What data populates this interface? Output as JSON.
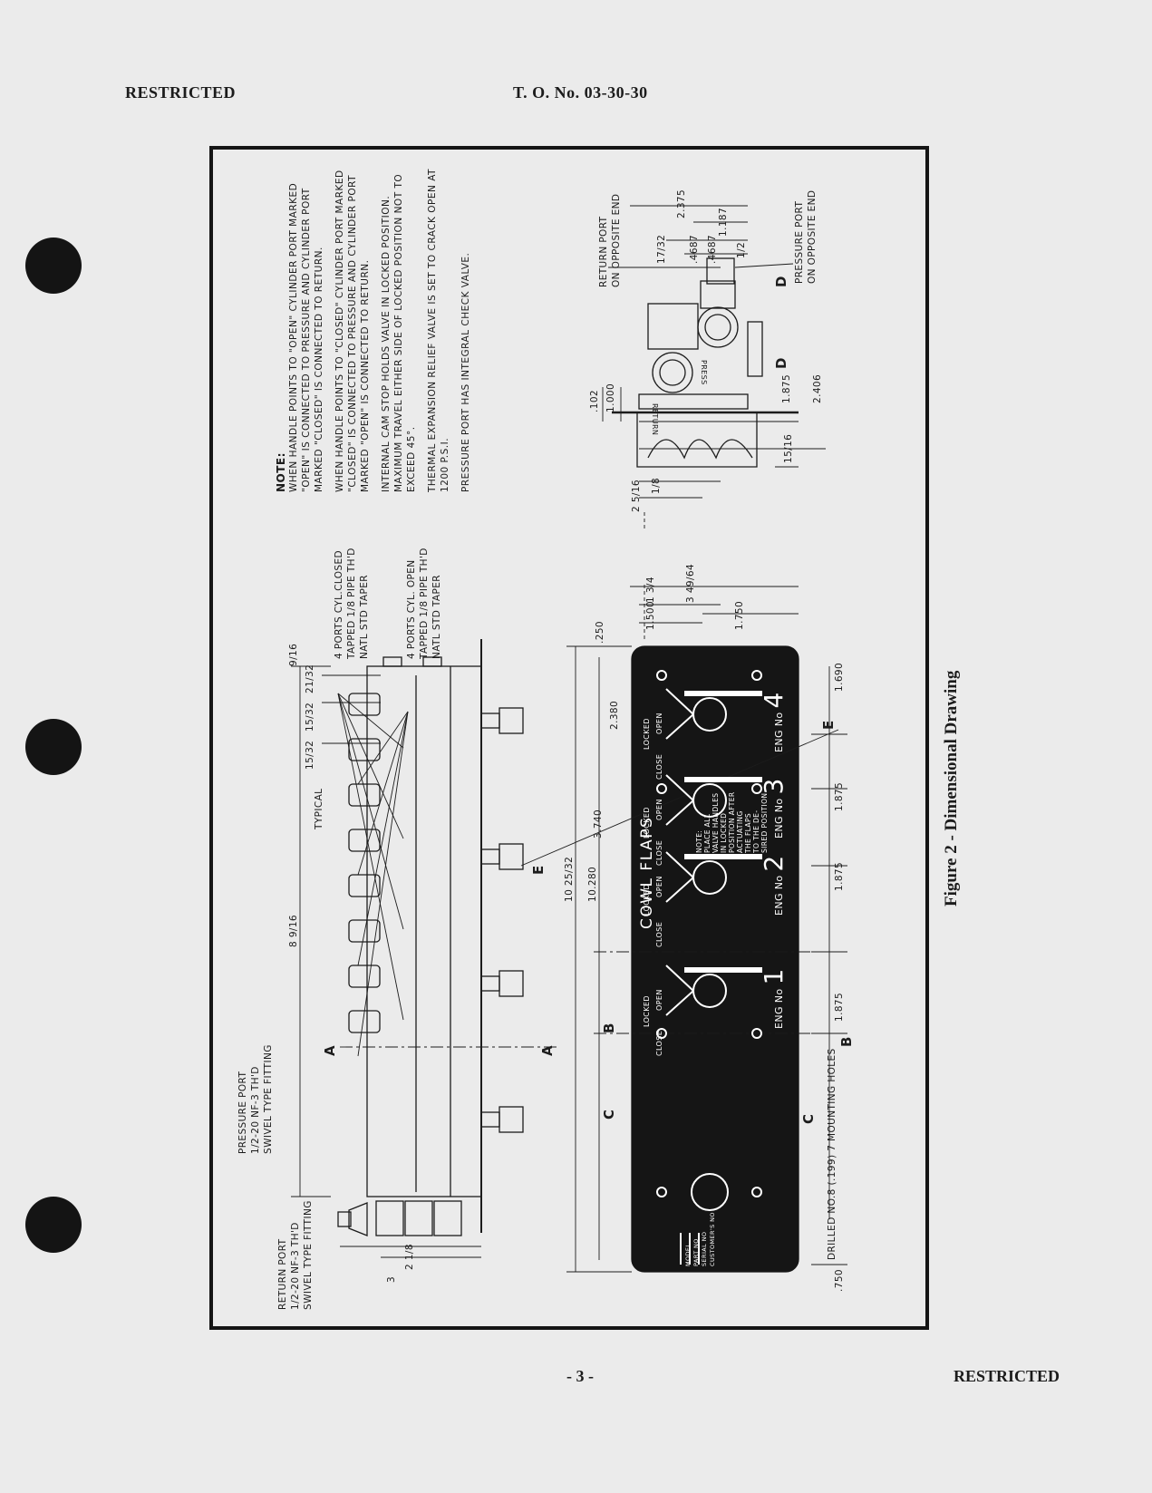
{
  "header": {
    "left": "RESTRICTED",
    "center": "T. O. No. 03-30-30"
  },
  "footer": {
    "page": "- 3 -",
    "right": "RESTRICTED"
  },
  "figure": {
    "caption": "Figure 2 - Dimensional Drawing"
  },
  "notes": {
    "title": "NOTE:",
    "items": [
      "WHEN HANDLE POINTS TO \"OPEN\" CYLINDER PORT MARKED \"OPEN\" IS CONNECTED TO PRESSURE AND CYLINDER PORT MARKED \"CLOSED\" IS CONNECTED TO RETURN.",
      "WHEN HANDLE POINTS TO \"CLOSED\" CYLINDER PORT MARKED \"CLOSED\" IS CONNECTED TO PRESSURE AND CYLINDER PORT MARKED \"OPEN\" IS CONNECTED TO RETURN.",
      "INTERNAL CAM STOP HOLDS VALVE IN LOCKED POSITION. MAXIMUM TRAVEL EITHER SIDE OF LOCKED POSITION NOT TO EXCEED 45°.",
      "THERMAL EXPANSION RELIEF VALVE IS SET TO CRACK OPEN AT 1200 P.S.I.",
      "PRESSURE PORT HAS INTEGRAL CHECK VALVE."
    ]
  },
  "callouts": {
    "ports_closed": [
      "4 PORTS CYL.CLOSED",
      "TAPPED 1/8 PIPE TH'D",
      "NATL STD TAPER"
    ],
    "ports_open": [
      "4 PORTS CYL. OPEN",
      "TAPPED 1/8 PIPE TH'D",
      "NATL STD TAPER"
    ],
    "pressure_port": [
      "PRESSURE PORT",
      "1/2-20 NF-3 TH'D",
      "SWIVEL TYPE FITTING"
    ],
    "return_port": [
      "RETURN PORT",
      "1/2-20 NF-3 TH'D",
      "SWIVEL TYPE FITTING"
    ],
    "typical": "TYPICAL",
    "return_opposite": [
      "RETURN PORT",
      "ON OPPOSITE END"
    ],
    "pressure_opposite": [
      "PRESSURE PORT",
      "ON OPPOSITE END"
    ],
    "mounting_holes": "DRILLED NO.8 (.199) 7 MOUNTING HOLES"
  },
  "section_marks": [
    "A",
    "B",
    "C",
    "D",
    "E"
  ],
  "dimensions": {
    "side": [
      "9/16",
      "21/32",
      "15/32",
      "15/32",
      "8 9/16",
      "2 1/8",
      "3"
    ],
    "front": [
      "10 25/32",
      "10.280",
      "3.740",
      "2.380",
      "1.500",
      "1 3/4",
      "3 49/64",
      "1.750",
      ".250",
      "1.690",
      "1.875",
      "1.875",
      "1.875",
      ".750"
    ],
    "end": [
      "2.375",
      "1.187",
      "17/32",
      ".4687",
      ".4687",
      "1/2",
      ".102",
      "1.000",
      "1.875",
      "2.406",
      "15/16",
      "1/8",
      "2 5/16"
    ]
  },
  "panel": {
    "title": "COWL FLAPS",
    "engines": [
      {
        "label": "ENG No",
        "num": "1"
      },
      {
        "label": "ENG No",
        "num": "2"
      },
      {
        "label": "ENG No",
        "num": "3"
      },
      {
        "label": "ENG No",
        "num": "4"
      }
    ],
    "positions": {
      "open": "OPEN",
      "close": "CLOSE",
      "locked": "LOCKED"
    },
    "note": [
      "NOTE:",
      "PLACE ALL",
      "VALVE HANDLES",
      "IN LOCKED",
      "POSITION AFTER",
      "ACTUATING",
      "THE FLAPS",
      "TO THE DE-",
      "SIRED POSITION"
    ],
    "nameplate": [
      "MODEL",
      "PART NO",
      "SERIAL NO",
      "CUSTOMER'S NO"
    ],
    "end_view_labels": {
      "return": "RETURN",
      "press": "PRESS"
    }
  },
  "colors": {
    "panel": "#151515",
    "paper": "#ebebeb",
    "ink": "#1c1c1c"
  }
}
